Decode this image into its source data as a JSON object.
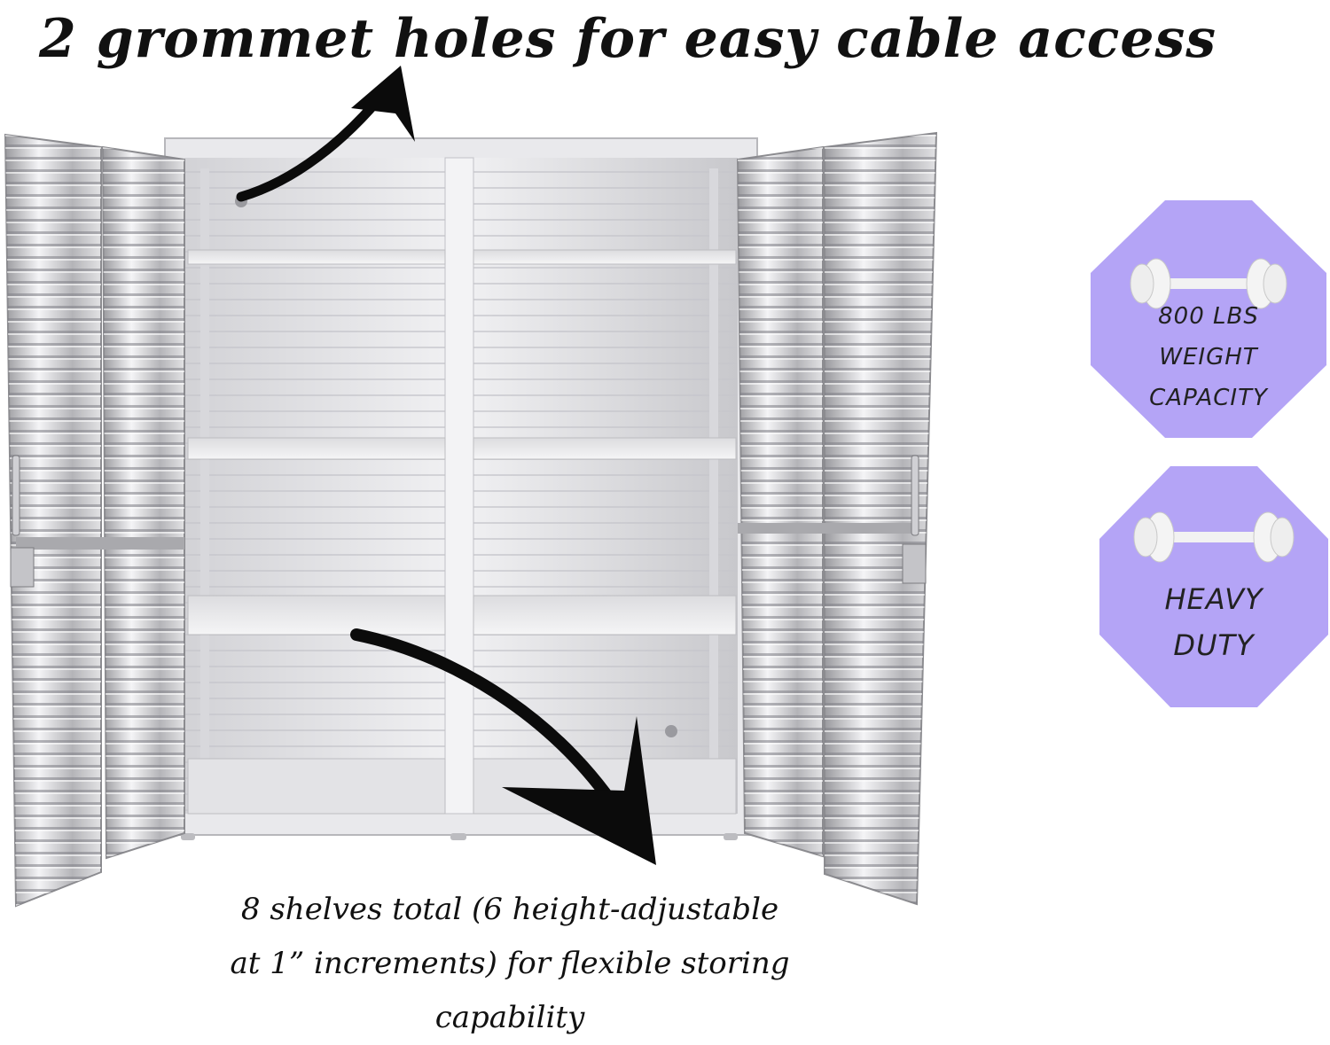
{
  "headline": "2 grommet holes for easy cable access",
  "caption": {
    "lines": [
      "8 shelves total (6 height-adjustable",
      "at 1” increments) for flexible storing",
      "capability"
    ]
  },
  "badges": [
    {
      "icon": "dumbbell-icon",
      "lines": [
        "800 LBS",
        "WEIGHT",
        "CAPACITY"
      ]
    },
    {
      "icon": "dumbbell-icon",
      "lines": [
        "HEAVY",
        "DUTY"
      ]
    }
  ],
  "colors": {
    "badge_fill": "#b4a4f6",
    "text": "#111111",
    "steel_light": "#e6e6e8",
    "steel_dark": "#8e8e92"
  }
}
